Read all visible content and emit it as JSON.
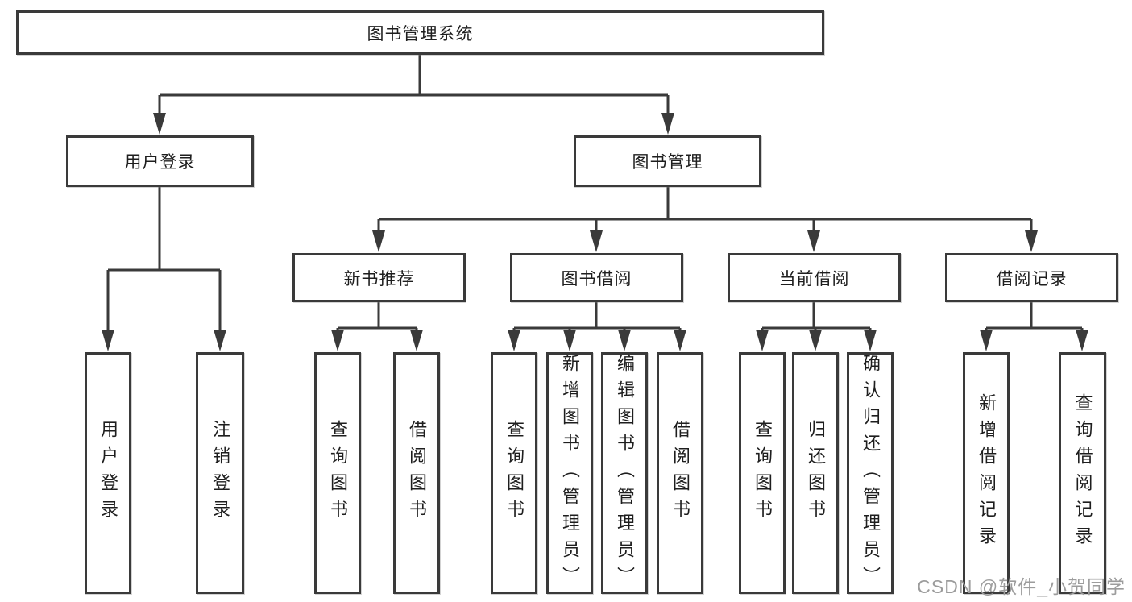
{
  "colors": {
    "line": "#3a3a3a",
    "box_border": "#3a3a3a",
    "box_fill": "#ffffff",
    "text": "#1e1e1e",
    "watermark": "#9c9c9c"
  },
  "watermark": {
    "text": "CSDN @软件_小贺同学"
  },
  "tree": {
    "root": {
      "label": "图书管理系统",
      "children": [
        {
          "label": "用户登录",
          "children": [
            {
              "label": "用户登录"
            },
            {
              "label": "注销登录"
            }
          ]
        },
        {
          "label": "图书管理",
          "children": [
            {
              "label": "新书推荐",
              "children": [
                {
                  "label": "查询图书"
                },
                {
                  "label": "借阅图书"
                }
              ]
            },
            {
              "label": "图书借阅",
              "children": [
                {
                  "label": "查询图书"
                },
                {
                  "label": "新增图书（管理员）"
                },
                {
                  "label": "编辑图书（管理员）"
                },
                {
                  "label": "借阅图书"
                }
              ]
            },
            {
              "label": "当前借阅",
              "children": [
                {
                  "label": "查询图书"
                },
                {
                  "label": "归还图书"
                },
                {
                  "label": "确认归还（管理员）"
                }
              ]
            },
            {
              "label": "借阅记录",
              "children": [
                {
                  "label": "新增借阅记录"
                },
                {
                  "label": "查询借阅记录"
                }
              ]
            }
          ]
        }
      ]
    }
  }
}
